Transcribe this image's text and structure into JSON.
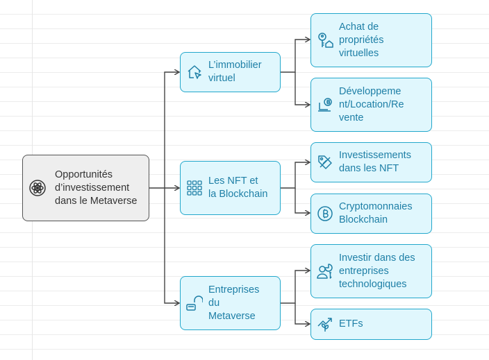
{
  "root": {
    "label": "Opportunités d’investissement dans le Metaverse",
    "icon": "atom-icon"
  },
  "branches": [
    {
      "label": "L’immobilier virtuel",
      "icon": "house-cursor-icon",
      "children": [
        {
          "label": "Achat de propriétés virtuelles",
          "icon": "key-house-icon"
        },
        {
          "label": "Développement/Location/Revente",
          "icon": "laptop-coin-icon"
        }
      ]
    },
    {
      "label": "Les NFT et la Blockchain",
      "icon": "blockchain-grid-icon",
      "children": [
        {
          "label": "Investissements dans les NFT",
          "icon": "nft-tag-icon"
        },
        {
          "label": "Cryptomonnaies Blockchain",
          "icon": "bitcoin-icon"
        }
      ]
    },
    {
      "label": "Entreprises du Metaverse",
      "icon": "headset-icon",
      "children": [
        {
          "label": "Investir dans des entreprises technologiques",
          "icon": "investor-chart-icon"
        },
        {
          "label": "ETFs",
          "icon": "growth-plant-icon"
        }
      ]
    }
  ],
  "colors": {
    "node_border": "#22a7cb",
    "node_fill": "#e0f7fd",
    "node_text": "#1e7fa6",
    "root_border": "#555555",
    "root_fill": "#eeeeee",
    "connector": "#444444"
  }
}
